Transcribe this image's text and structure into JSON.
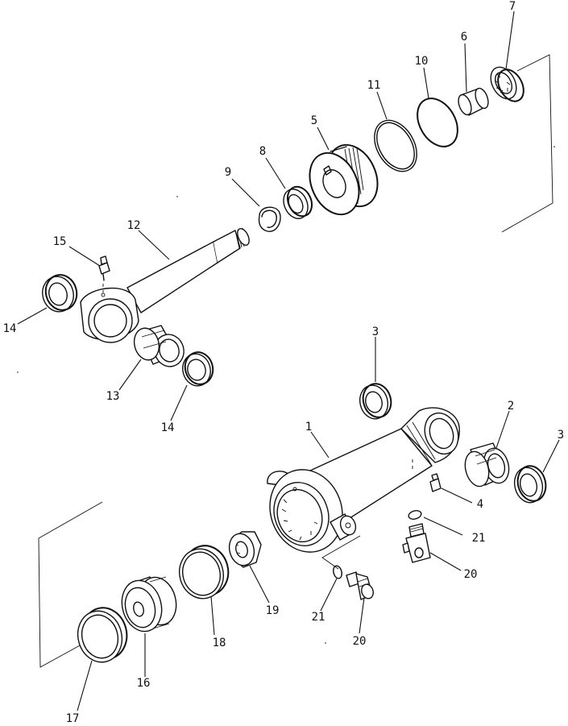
{
  "callouts": {
    "c1": "1",
    "c2": "2",
    "c3a": "3",
    "c3b": "3",
    "c4": "4",
    "c5": "5",
    "c6": "6",
    "c7": "7",
    "c8": "8",
    "c9": "9",
    "c10": "10",
    "c11": "11",
    "c12": "12",
    "c13": "13",
    "c14a": "14",
    "c14b": "14",
    "c15": "15",
    "c16": "16",
    "c17": "17",
    "c18": "18",
    "c19": "19",
    "c20a": "20",
    "c20b": "20",
    "c21a": "21",
    "c21b": "21"
  }
}
